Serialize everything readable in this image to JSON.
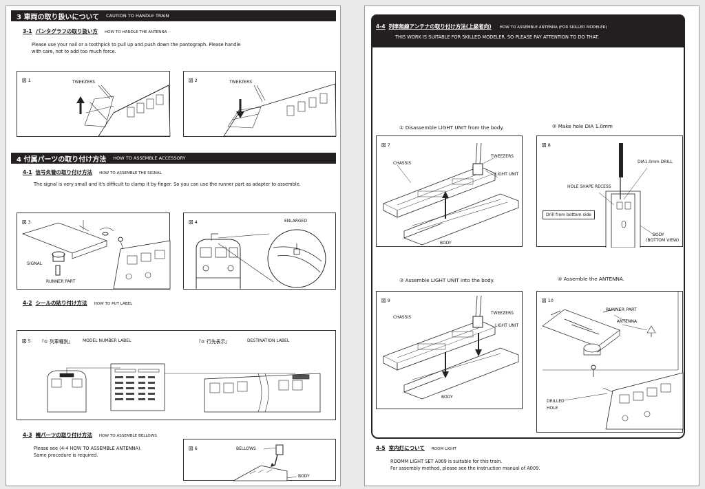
{
  "left": {
    "s3": {
      "jp": "3 車両の取り扱いについて",
      "en": "CAUTION TO HANDLE TRAIN"
    },
    "s3_1": {
      "num": "3-1",
      "jp": "パンタグラフの取り扱い方",
      "en": "HOW TO HANDLE THE ANTENNA",
      "text1": "Please use your nail or a toothpick to pull up and push down the pantograph.  Please handle",
      "text2": "with care, not to add too much force."
    },
    "fig1": {
      "label": "図 1",
      "tweezers": "TWEEZERS"
    },
    "fig2": {
      "label": "図 2",
      "tweezers": "TWEEZERS"
    },
    "s4": {
      "jp": "4 付属パーツの取り付け方法",
      "en": "HOW TO ASSEMBLE ACCESSORY"
    },
    "s4_1": {
      "num": "4-1",
      "jp": "信号炎管の取り付け方法",
      "en": "HOW TO ASSEMBLE THE SIGNAL",
      "text": "The signal is very small and it's difficult to clamp it by finger.  So you can use the runner part as adapter to assemble."
    },
    "fig3": {
      "label": "図 3",
      "signal": "SIGNAL",
      "runner": "RUNNER PART"
    },
    "fig4": {
      "label": "図 4",
      "enlarged": "ENLARGED"
    },
    "s4_2": {
      "num": "4-2",
      "jp": "シールの貼り付け方法",
      "en": "HOW TO PUT LABEL"
    },
    "fig5": {
      "label": "図 5",
      "l1_jp": "『① 列車種別』",
      "l1_en": "MODEL NUMBER LABEL",
      "l2_jp": "『② 行先表示』",
      "l2_en": "DESTINATION LABEL"
    },
    "s4_3": {
      "num": "4-3",
      "jp": "幌パーツの取り付け方法",
      "en": "HOW TO ASSEMBLE BELLOWS",
      "text1": "Please see (4-4  HOW TO ASSEMBLE ANTENNA).",
      "text2": "Same procedure is required."
    },
    "fig6": {
      "label": "図 6",
      "bellows": "BELLOWS",
      "body": "BODY"
    }
  },
  "right": {
    "s4_4": {
      "num": "4-4",
      "jp": "列車無線アンテナの取り付け方法(上級者向)",
      "en": "HOW TO ASSEMBLE ANTENNA (FOR SKILLED MODELER)",
      "notice": "THIS WORK IS SUITABLE FOR SKILLED MODELER.  SO PLEASE PAY ATTENTION TO DO THAT."
    },
    "step1": "① Disassemble LIGHT UNIT from the body.",
    "step2": "② Make hole DIA 1.0mm",
    "step3": "③ Assemble LIGHT UNIT into the body.",
    "step4": "④ Assemble the ANTENNA.",
    "fig7": {
      "label": "図 7",
      "chassis": "CHASSIS",
      "tweezers": "TWEEZERS",
      "light": "LIGHT UNIT",
      "body": "BODY"
    },
    "fig8": {
      "label": "図 8",
      "drill": "DIA1.0mm DRILL",
      "recess": "HOLE SHAPE RECESS",
      "bottom": "Drill from bottom side",
      "body": "BODY",
      "view": "(BOTTOM VIEW)"
    },
    "fig9": {
      "label": "図 9",
      "chassis": "CHASSIS",
      "tweezers": "TWEEZERS",
      "light": "LIGHT UNIT",
      "body": "BODY"
    },
    "fig10": {
      "label": "図 10",
      "runner": "RUNNER PART",
      "antenna": "ANTENNA",
      "drilled1": "DRILLED",
      "drilled2": "HOLE"
    },
    "s4_5": {
      "num": "4-5",
      "jp": "室内灯について",
      "en": "ROOM LIGHT",
      "text1": "ROOMM LIGHT SET A009 is suitable for this train.",
      "text2": "For assembly method, please see the instruction manual of A009."
    }
  }
}
